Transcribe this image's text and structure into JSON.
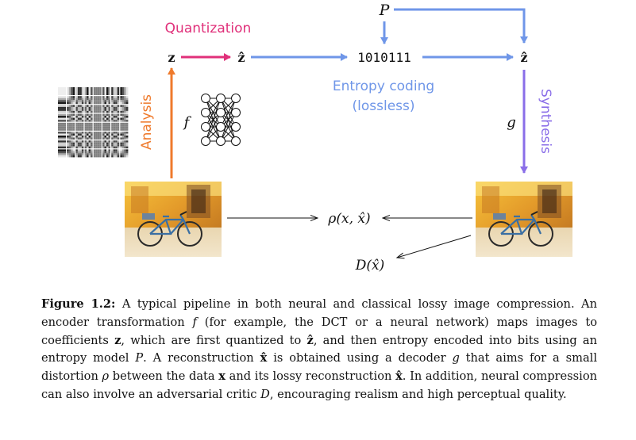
{
  "colors": {
    "quantization": "#e0307a",
    "entropy": "#6f96e8",
    "analysis": "#ef7a2c",
    "synthesis": "#8a6ee8",
    "black": "#111111"
  },
  "labels": {
    "p_top": "P",
    "quantization": "Quantization",
    "z": "z",
    "z_hat": "ẑ",
    "bits": "1010111",
    "z_hat_right": "ẑ",
    "entropy_line1": "Entropy coding",
    "entropy_line2": "(lossless)",
    "analysis": "Analysis",
    "f": "f",
    "g": "g",
    "synthesis": "Synthesis",
    "rho": "ρ(x, x̂)",
    "distortion_d": "D(x̂)"
  },
  "icons": {
    "dct": "dct-basis-grid-icon",
    "nn": "neural-network-icon",
    "photo": "bicycle-photo"
  },
  "caption": {
    "fig_label": "Figure 1.2:",
    "s1": " A typical pipeline in both neural and classical lossy image compression. An encoder transformation ",
    "f": "f",
    "s2": " (for example, the DCT or a neural network) maps images to coefficients ",
    "z": "z",
    "s3": ", which are first quantized to ",
    "zhat": "ẑ",
    "s4": ", and then entropy encoded into bits using an entropy model ",
    "P": "P",
    "s5": ". A reconstruction ",
    "xhat": "x̂",
    "s6": " is obtained using a decoder ",
    "g": "g",
    "s7": " that aims for a small distortion ",
    "rho": "ρ",
    "s8": " between the data ",
    "x": "x",
    "s9": " and its lossy reconstruction ",
    "xhat2": "x̂",
    "s10": ". In addition, neural compression can also involve an adversarial critic ",
    "D": "D",
    "s11": ", encouraging realism and high perceptual quality."
  }
}
